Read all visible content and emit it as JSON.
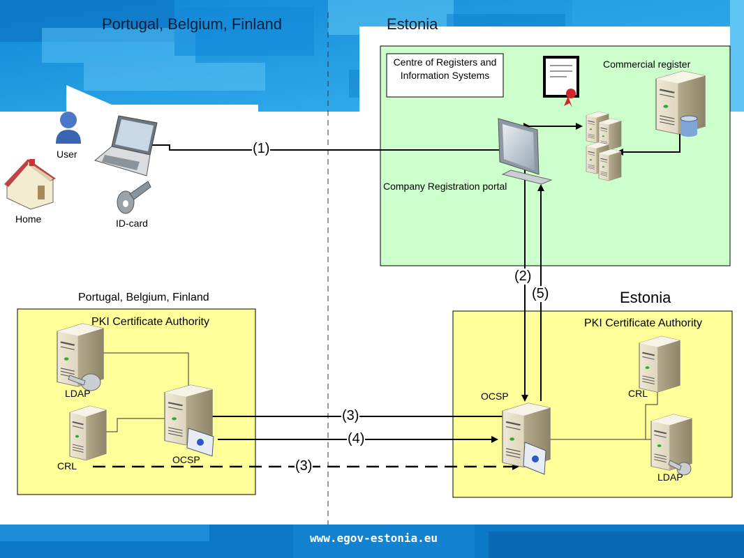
{
  "header": {
    "left_title": "Portugal, Belgium, Finland",
    "right_title": "Estonia"
  },
  "user_side": {
    "user_label": "User",
    "home_label": "Home",
    "idcard_label": "ID-card"
  },
  "estonia_top": {
    "centre_label": "Centre of Registers and Information Systems",
    "commercial_register_label": "Commercial register",
    "portal_label": "Company Registration portal"
  },
  "ca_foreign": {
    "region_label": "Portugal, Belgium, Finland",
    "title": "PKI Certificate Authority",
    "ldap_label": "LDAP",
    "crl_label": "CRL",
    "ocsp_label": "OCSP"
  },
  "ca_estonia": {
    "region_label": "Estonia",
    "title": "PKI Certificate Authority",
    "ocsp_label": "OCSP",
    "crl_label": "CRL",
    "ldap_label": "LDAP"
  },
  "flows": {
    "step1": "(1)",
    "step2": "(2)",
    "step3_top": "(3)",
    "step4": "(4)",
    "step5": "(5)",
    "step3_dashed": "(3)"
  },
  "footer": {
    "url": "www.egov-estonia.eu"
  },
  "colors": {
    "banner_blue": "#1a9be0",
    "panel_green": "#ccffcc",
    "panel_yellow": "#ffff99",
    "footer_blue": "#0b78c8"
  },
  "icons": [
    "user-icon",
    "laptop-icon",
    "house-icon",
    "key-icon",
    "server-icon",
    "monitor-icon",
    "certificate-icon",
    "database-icon"
  ]
}
